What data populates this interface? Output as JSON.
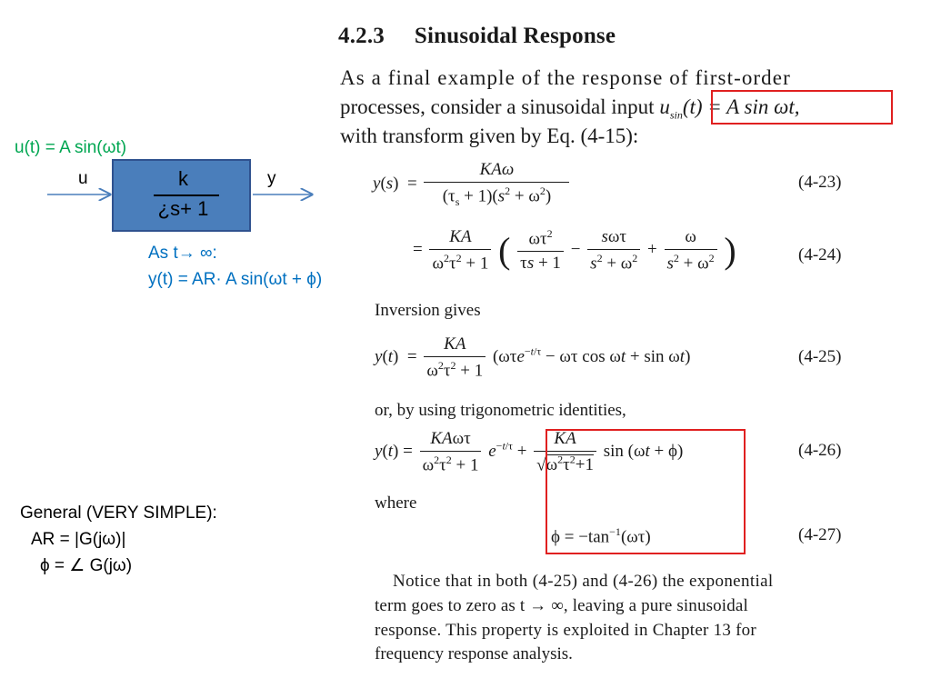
{
  "diagram": {
    "input_label": "u(t) = A sin(ωt)",
    "input_signal": "u",
    "output_signal": "y",
    "block_numerator": "k",
    "block_denominator": "¿s+ 1",
    "limit_line": "As t→ ∞:",
    "output_line": "y(t) = AR· A sin(ωt + ϕ)"
  },
  "general": {
    "heading": "General (VERY SIMPLE):",
    "ar_line": "AR = |G(jω)|",
    "phi_line": "ϕ = ∠ G(jω)"
  },
  "book": {
    "section_number": "4.2.3",
    "section_title": "Sinusoidal Response",
    "intro_line1": "As a final example of the response of first-order",
    "intro_line2_pre": "processes, consider a sinusoidal input ",
    "intro_line2_eq": "u_sin(t) = A sin ωt,",
    "intro_line3": "with transform given by Eq. (4-15):",
    "inversion": "Inversion gives",
    "trig": "or, by using trigonometric identities,",
    "where": "where",
    "notice1": "Notice that in both (4-25) and (4-26) the exponential",
    "notice2": "term goes to zero as t → ∞, leaving a pure sinusoidal",
    "notice3": "response. This property is exploited in Chapter 13 for",
    "notice4": "frequency response analysis.",
    "eq_numbers": [
      "(4-23)",
      "(4-24)",
      "(4-25)",
      "(4-26)",
      "(4-27)"
    ]
  },
  "colors": {
    "green": "#00a651",
    "blue": "#0070c0",
    "block_fill": "#4a7ebb",
    "highlight_box": "#e02020"
  }
}
